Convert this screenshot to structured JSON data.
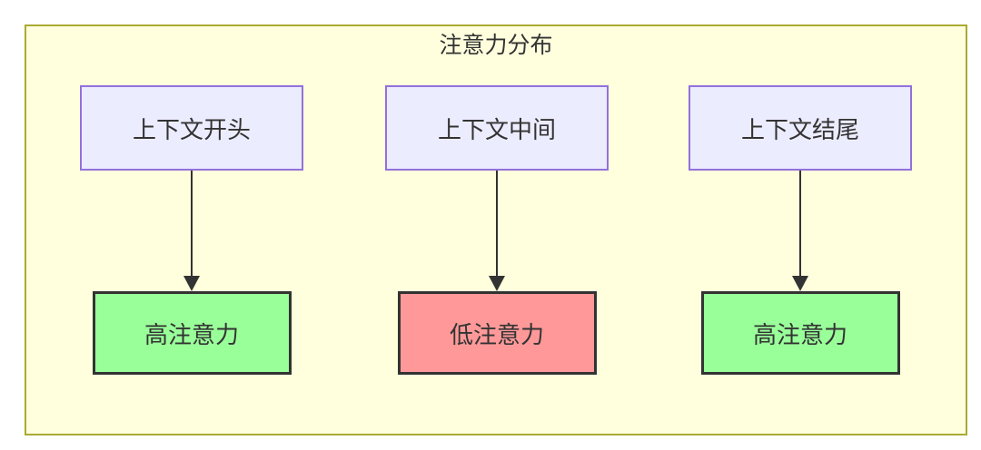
{
  "diagram": {
    "title": "注意力分布",
    "colors": {
      "canvas_bg": "#ffffde",
      "canvas_border": "#aaaa33",
      "source_fill": "#ececff",
      "source_border": "#9370db",
      "high_fill": "#99ff99",
      "low_fill": "#ff9999",
      "result_border": "#333333",
      "arrow": "#333333",
      "text": "#333333"
    },
    "columns": [
      {
        "source": {
          "label": "上下文开头"
        },
        "result": {
          "label": "高注意力",
          "level": "high"
        }
      },
      {
        "source": {
          "label": "上下文中间"
        },
        "result": {
          "label": "低注意力",
          "level": "low"
        }
      },
      {
        "source": {
          "label": "上下文结尾"
        },
        "result": {
          "label": "高注意力",
          "level": "high"
        }
      }
    ]
  }
}
